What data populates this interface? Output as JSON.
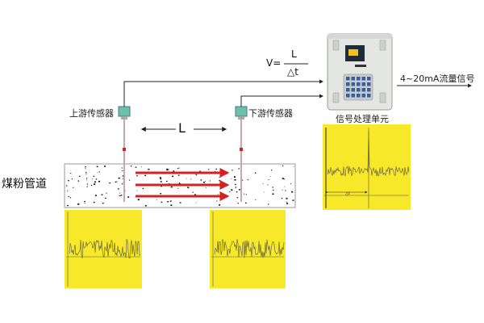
{
  "labels": {
    "pipe": "煤粉管道",
    "upstream_sensor": "上游传感器",
    "downstream_sensor": "下游传感器",
    "processor": "信号处理单元",
    "output_signal": "4~20mA流量信号",
    "distance": "L"
  },
  "formula": {
    "lhs": "V=",
    "numerator": "L",
    "denominator": "△t"
  },
  "colors": {
    "yellow": "#f7e92a",
    "trace": "#6e6a3a",
    "arrow": "#d42222",
    "sensor": "#6fbfae",
    "pipe_border": "#9a9a9a"
  },
  "icons": [
    "signal-processor-device-icon",
    "sensor-icon"
  ]
}
